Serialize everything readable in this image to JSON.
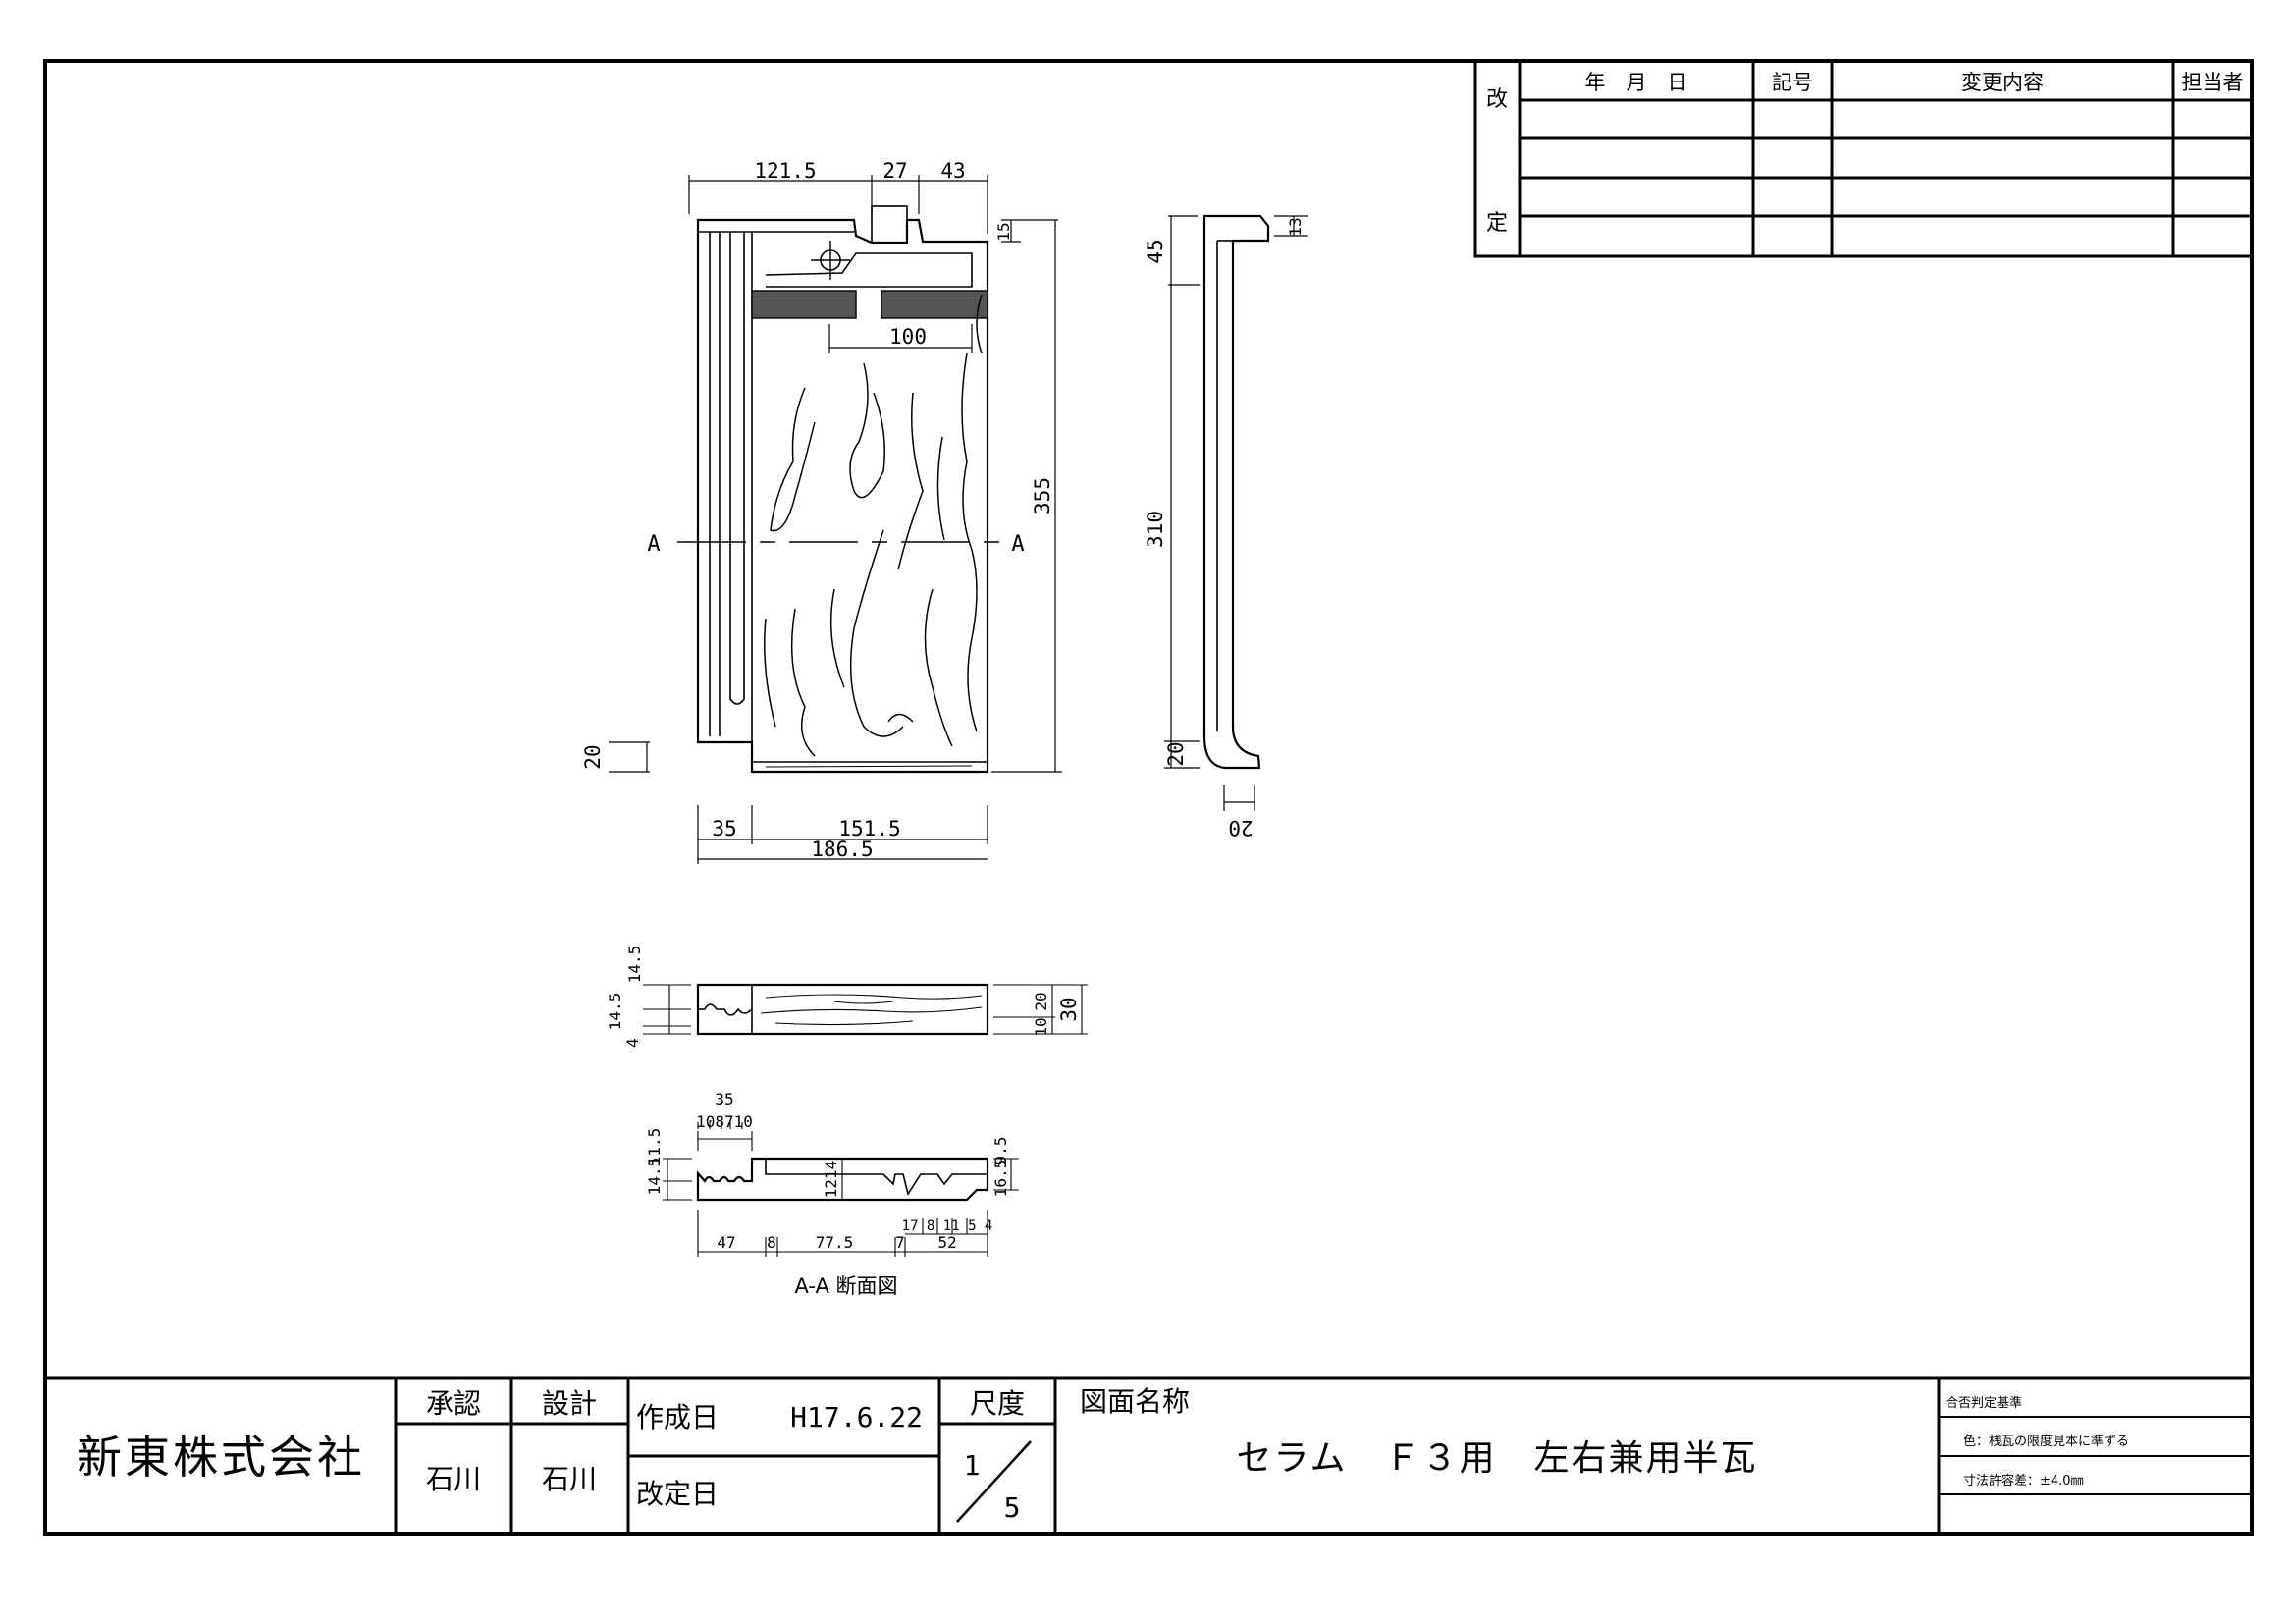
{
  "revision_table": {
    "side_label_top": "改",
    "side_label_bottom": "定",
    "col_date": "年　月　日",
    "col_symbol": "記号",
    "col_content": "変更内容",
    "col_person": "担当者"
  },
  "title_block": {
    "company": "新東株式会社",
    "approve_label": "承認",
    "design_label": "設計",
    "approver": "石川",
    "designer": "石川",
    "created_label": "作成日",
    "created_date": "H17.6.22",
    "revised_label": "改定日",
    "scale_label": "尺度",
    "scale_num": "1",
    "scale_den": "5",
    "drawing_name_label": "図面名称",
    "drawing_name": "セラム　Ｆ３用　左右兼用半瓦",
    "criteria_title": "合否判定基準",
    "criteria_color": "色：桟瓦の限度見本に準ずる",
    "criteria_tolerance": "寸法許容差：±4.0㎜"
  },
  "drawing": {
    "section_mark_left": "A",
    "section_mark_right": "A",
    "section_caption": "A-A 断面図",
    "top_view_dims": {
      "top_a": "121.5",
      "top_b": "27",
      "top_c": "43",
      "notch": "15",
      "slot": "100",
      "height": "355",
      "bottom_left": "20",
      "bottom_a": "35",
      "bottom_b": "151.5",
      "bottom_total": "186.5"
    },
    "side_view_dims": {
      "top": "45",
      "lip": "13",
      "body": "310",
      "bottom": "20",
      "foot": "20"
    },
    "end_view_dims": {
      "left_top": "14.5",
      "left_mid": "14.5",
      "left_bottom": "4",
      "right_a": "20",
      "right_b": "10",
      "right_total": "30"
    },
    "section_dims": {
      "top_total": "35",
      "top_parts": "108710",
      "left_a": "14.5",
      "left_b": "11.5",
      "mid": "1214",
      "right_a": "16.5",
      "right_b": "9.5",
      "bottom_small": "17 8 11 5 4",
      "bottom_a": "47",
      "bottom_b": "8",
      "bottom_c": "77.5",
      "bottom_d": "7",
      "bottom_e": "52"
    }
  }
}
